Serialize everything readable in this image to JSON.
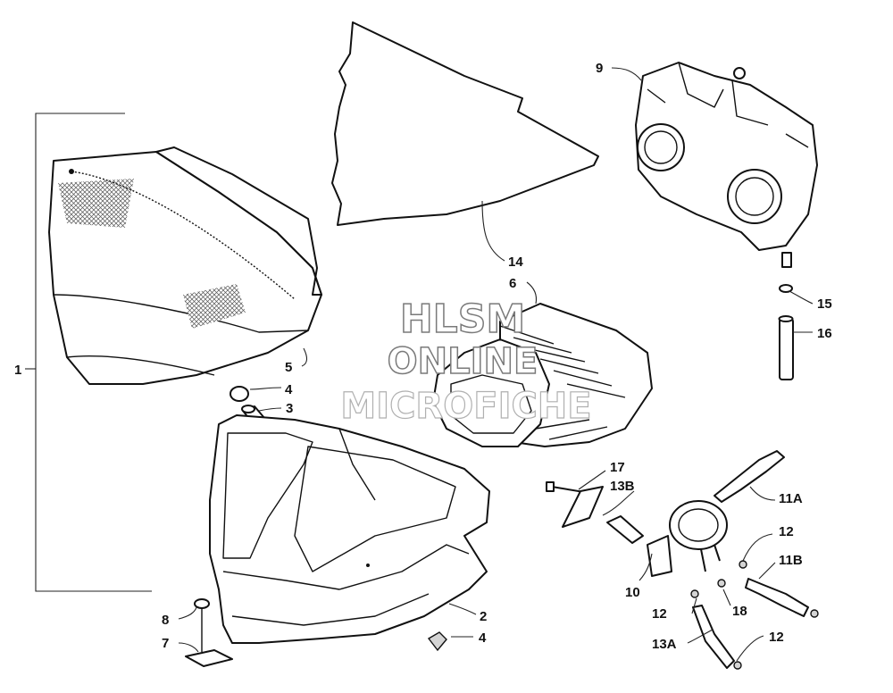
{
  "diagram": {
    "callouts": [
      {
        "id": "c1",
        "text": "1"
      },
      {
        "id": "c2",
        "text": "2"
      },
      {
        "id": "c3",
        "text": "3"
      },
      {
        "id": "c4a",
        "text": "4"
      },
      {
        "id": "c4b",
        "text": "4"
      },
      {
        "id": "c5",
        "text": "5"
      },
      {
        "id": "c6",
        "text": "6"
      },
      {
        "id": "c7",
        "text": "7"
      },
      {
        "id": "c8",
        "text": "8"
      },
      {
        "id": "c9",
        "text": "9"
      },
      {
        "id": "c10",
        "text": "10"
      },
      {
        "id": "c11a",
        "text": "11A"
      },
      {
        "id": "c11b",
        "text": "11B"
      },
      {
        "id": "c12a",
        "text": "12"
      },
      {
        "id": "c12b",
        "text": "12"
      },
      {
        "id": "c12c",
        "text": "12"
      },
      {
        "id": "c13a",
        "text": "13A"
      },
      {
        "id": "c13b",
        "text": "13B"
      },
      {
        "id": "c14",
        "text": "14"
      },
      {
        "id": "c15",
        "text": "15"
      },
      {
        "id": "c16",
        "text": "16"
      },
      {
        "id": "c17",
        "text": "17"
      },
      {
        "id": "c18",
        "text": "18"
      }
    ]
  },
  "watermark": {
    "line1": "HLSM",
    "line2": "ONLINE",
    "line3": "MICROFICHE"
  }
}
